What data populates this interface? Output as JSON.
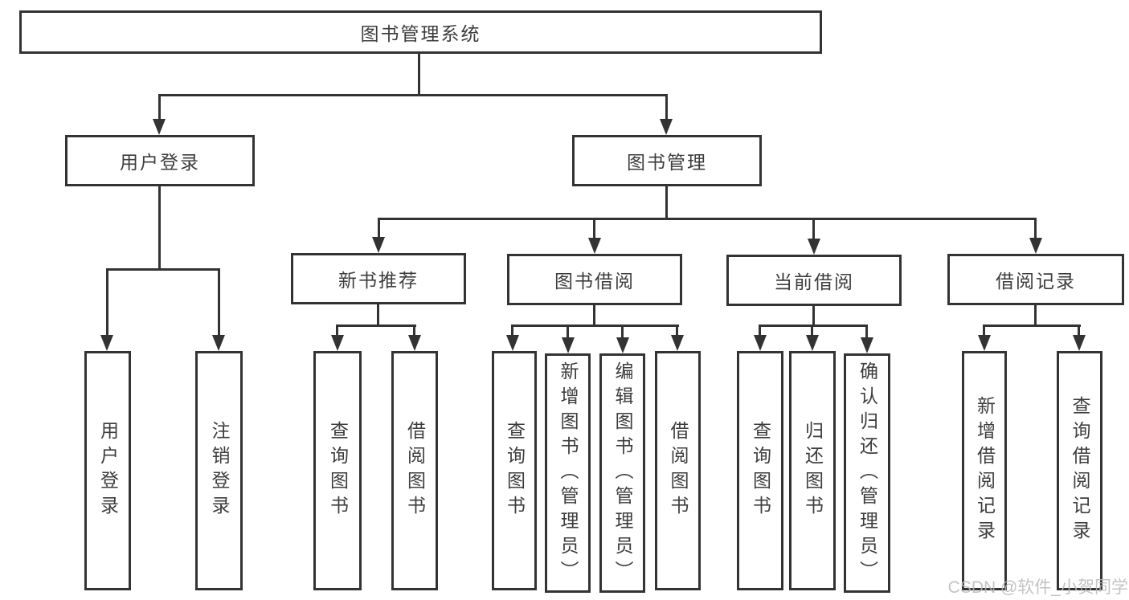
{
  "nodes": {
    "root": {
      "label": "图书管理系统"
    },
    "user_login": {
      "label": "用户登录"
    },
    "book_management": {
      "label": "图书管理"
    },
    "new_book_recommend": {
      "label": "新书推荐"
    },
    "book_borrow": {
      "label": "图书借阅"
    },
    "current_borrow": {
      "label": "当前借阅"
    },
    "borrow_record": {
      "label": "借阅记录"
    },
    "leaf_user_login": {
      "label": "用户登录"
    },
    "leaf_logout": {
      "label": "注销登录"
    },
    "leaf_nbr_query_book": {
      "label": "查询图书"
    },
    "leaf_nbr_borrow_book": {
      "label": "借阅图书"
    },
    "leaf_bb_query_book": {
      "label": "查询图书"
    },
    "leaf_bb_add_book_admin": {
      "label": "新增图书（管理员）"
    },
    "leaf_bb_edit_book_admin": {
      "label": "编辑图书（管理员）"
    },
    "leaf_bb_borrow_book": {
      "label": "借阅图书"
    },
    "leaf_cb_query_book": {
      "label": "查询图书"
    },
    "leaf_cb_return_book": {
      "label": "归还图书"
    },
    "leaf_cb_confirm_return_admin": {
      "label": "确认归还（管理员）"
    },
    "leaf_br_add_record": {
      "label": "新增借阅记录"
    },
    "leaf_br_query_record": {
      "label": "查询借阅记录"
    }
  },
  "watermark": {
    "text": "CSDN @软件_小贺同学"
  },
  "colors": {
    "line": "#333333",
    "text": "#3d3d3d",
    "watermark": "#b9b9b9",
    "background": "#ffffff"
  }
}
